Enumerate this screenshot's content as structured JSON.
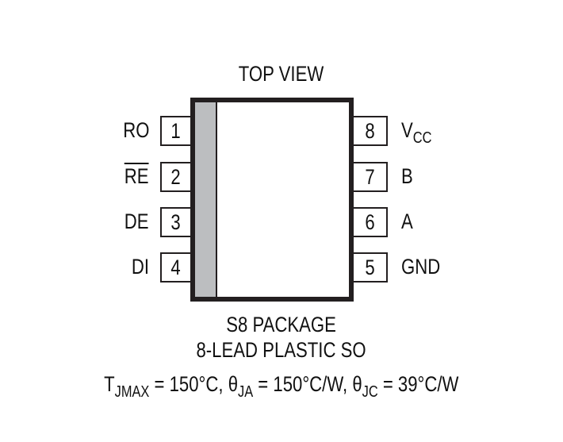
{
  "diagram": {
    "title": "TOP VIEW",
    "package_name": "S8 PACKAGE",
    "package_desc": "8-LEAD PLASTIC SO",
    "colors": {
      "outline": "#231f20",
      "pin1_stripe": "#bcbec0",
      "background": "#ffffff"
    },
    "pins_left": [
      {
        "number": "1",
        "name": "RO",
        "overbar": false
      },
      {
        "number": "2",
        "name": "RE",
        "overbar": true
      },
      {
        "number": "3",
        "name": "DE",
        "overbar": false
      },
      {
        "number": "4",
        "name": "DI",
        "overbar": false
      }
    ],
    "pins_right": [
      {
        "number": "8",
        "name": "V",
        "subscript": "CC"
      },
      {
        "number": "7",
        "name": "B",
        "subscript": ""
      },
      {
        "number": "6",
        "name": "A",
        "subscript": ""
      },
      {
        "number": "5",
        "name": "GND",
        "subscript": ""
      }
    ],
    "thermal": {
      "t_symbol": "T",
      "t_sub": "JMAX",
      "t_value": " = 150°C, ",
      "theta_ja_symbol": "θ",
      "theta_ja_sub": "JA",
      "theta_ja_value": " = 150°C/W, ",
      "theta_jc_symbol": "θ",
      "theta_jc_sub": "JC",
      "theta_jc_value": " = 39°C/W"
    }
  }
}
